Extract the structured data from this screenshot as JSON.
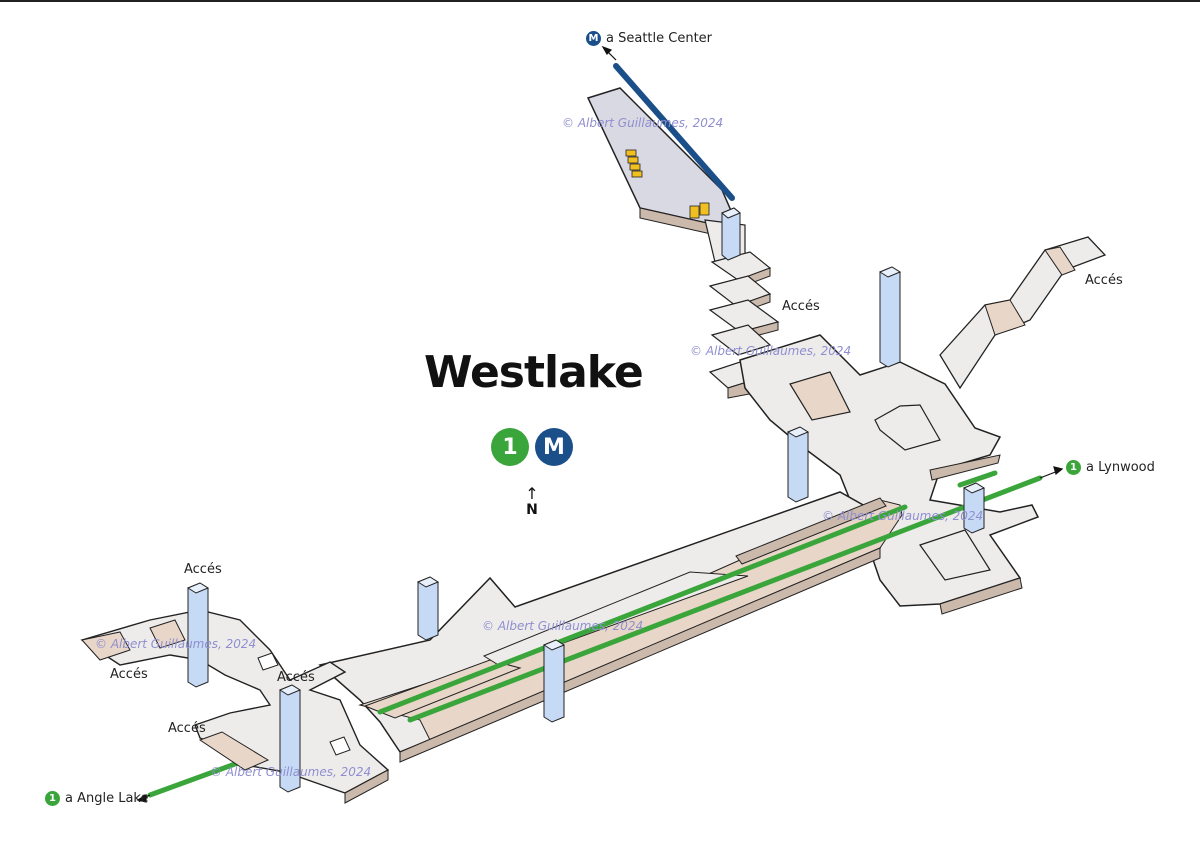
{
  "station": {
    "name": "Westlake",
    "lines": [
      {
        "id": "line-1",
        "symbol": "1",
        "color": "#3aa53a"
      },
      {
        "id": "monorail",
        "symbol": "M",
        "color": "#1b4f8a"
      }
    ]
  },
  "compass": {
    "arrow": "↑",
    "label": "N"
  },
  "destinations": {
    "seattle_center": {
      "symbol": "M",
      "text": "a Seattle Center",
      "color": "#1b4f8a"
    },
    "lynwood": {
      "symbol": "1",
      "text": "a Lynwood",
      "color": "#3aa53a"
    },
    "angle_lake": {
      "symbol": "1",
      "text": "a Angle Lake",
      "color": "#3aa53a"
    }
  },
  "access_labels": [
    "Accés",
    "Accés",
    "Accés",
    "Accés",
    "Accés",
    "Accés"
  ],
  "watermark": "© Albert Guillaumes, 2024",
  "colors": {
    "floor": "#eeeceb",
    "wall": "#e8d6c8",
    "wall_dark": "#cbb9ab",
    "elevator": "#c6daf5",
    "escalator": "#f0c020",
    "line_1": "#3aa53a",
    "monorail": "#1b4f8a",
    "outline": "#222222"
  }
}
